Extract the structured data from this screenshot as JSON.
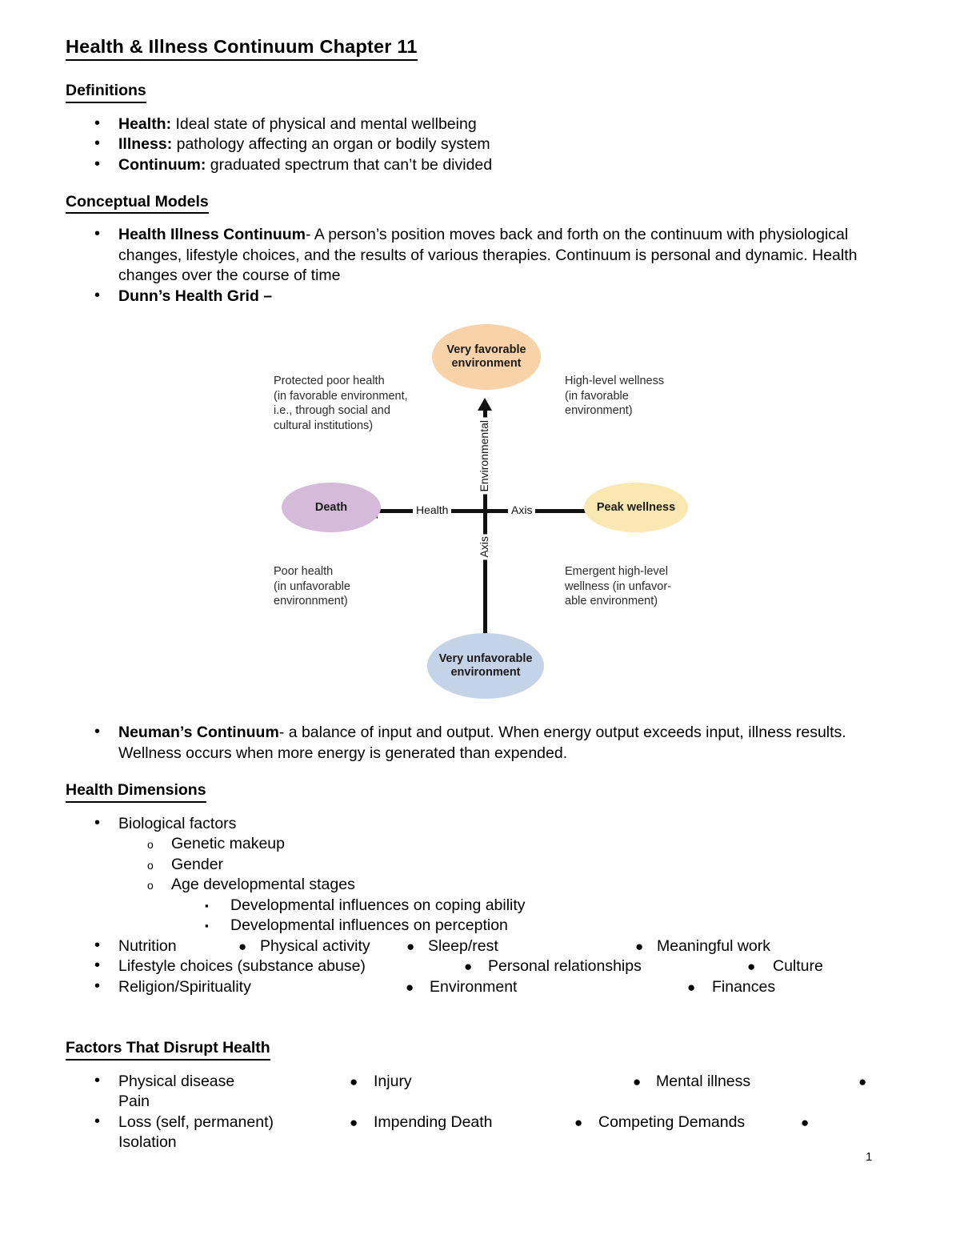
{
  "document": {
    "title": "Health & Illness Continuum Chapter 11",
    "page_number": "1"
  },
  "definitions": {
    "heading": "Definitions",
    "items": [
      {
        "term": "Health:",
        "text": " Ideal state of physical and mental wellbeing"
      },
      {
        "term": "Illness:",
        "text": " pathology affecting an organ or bodily system"
      },
      {
        "term": "Continuum:",
        "text": "  graduated spectrum that can’t be divided"
      }
    ]
  },
  "conceptual_models": {
    "heading": "Conceptual Models",
    "items": [
      {
        "term": "Health Illness Continuum",
        "text": "- A person’s position moves back and forth on the continuum with physiological changes, lifestyle choices, and the results of various therapies. Continuum is personal and dynamic. Health changes over the course of time"
      },
      {
        "term": "Dunn’s Health Grid",
        "text": " –"
      },
      {
        "term": "Neuman’s Continuum",
        "text": "- a balance of input and output. When energy output exceeds input, illness results. Wellness occurs when more energy is generated than expended."
      }
    ]
  },
  "dunns_health_grid": {
    "nodes": {
      "top": "Very favorable environment",
      "bottom": "Very unfavorable environment",
      "left": "Death",
      "right": "Peak wellness"
    },
    "node_colors": {
      "top": "#f8d2a8",
      "bottom": "#c5d3e8",
      "left": "#d6bad9",
      "right": "#f9e8b2"
    },
    "axis_labels": {
      "vertical_upper": "Environmental",
      "vertical_lower": "Axis",
      "horizontal_left": "Health",
      "horizontal_right": "Axis"
    },
    "quadrants": {
      "top_left": "Protected poor health (in favorable environment, i.e., through social and cultural institutions)",
      "top_left_lines": [
        "Protected poor health",
        "(in favorable environment,",
        "i.e., through social and",
        "cultural institutions)"
      ],
      "top_right_lines": [
        "High-level wellness",
        "(in favorable",
        "environment)"
      ],
      "bottom_left_lines": [
        "Poor health",
        "(in unfavorable",
        "environnment)"
      ],
      "bottom_right_lines": [
        "Emergent high-level",
        "wellness (in unfavor-",
        "able environment)"
      ]
    }
  },
  "health_dimensions": {
    "heading": "Health Dimensions",
    "biological": {
      "label": "Biological factors",
      "sub": [
        {
          "label": "Genetic makeup"
        },
        {
          "label": "Gender"
        },
        {
          "label": "Age developmental stages",
          "sub": [
            "Developmental influences on coping ability",
            "Developmental influences on perception"
          ]
        }
      ]
    },
    "rows": [
      {
        "cells": [
          "Nutrition",
          "Physical activity",
          "Sleep/rest",
          "Meaningful work"
        ],
        "bullet": "●"
      },
      {
        "cells": [
          "Lifestyle choices (substance abuse)",
          "Personal relationships",
          "Culture"
        ],
        "bullet": "●"
      },
      {
        "cells": [
          "Religion/Spirituality",
          "Environment",
          "Finances"
        ],
        "bullet": "●"
      }
    ]
  },
  "disrupt_health": {
    "heading": "Factors That Disrupt Health",
    "rows": [
      {
        "cells": [
          "Physical disease",
          "Injury",
          "Mental illness"
        ],
        "trailing_bullet": "●",
        "wrap": "Pain"
      },
      {
        "cells": [
          "Loss (self, permanent)",
          "Impending Death",
          "Competing Demands"
        ],
        "trailing_bullet": "●",
        "wrap": "Isolation"
      }
    ]
  }
}
